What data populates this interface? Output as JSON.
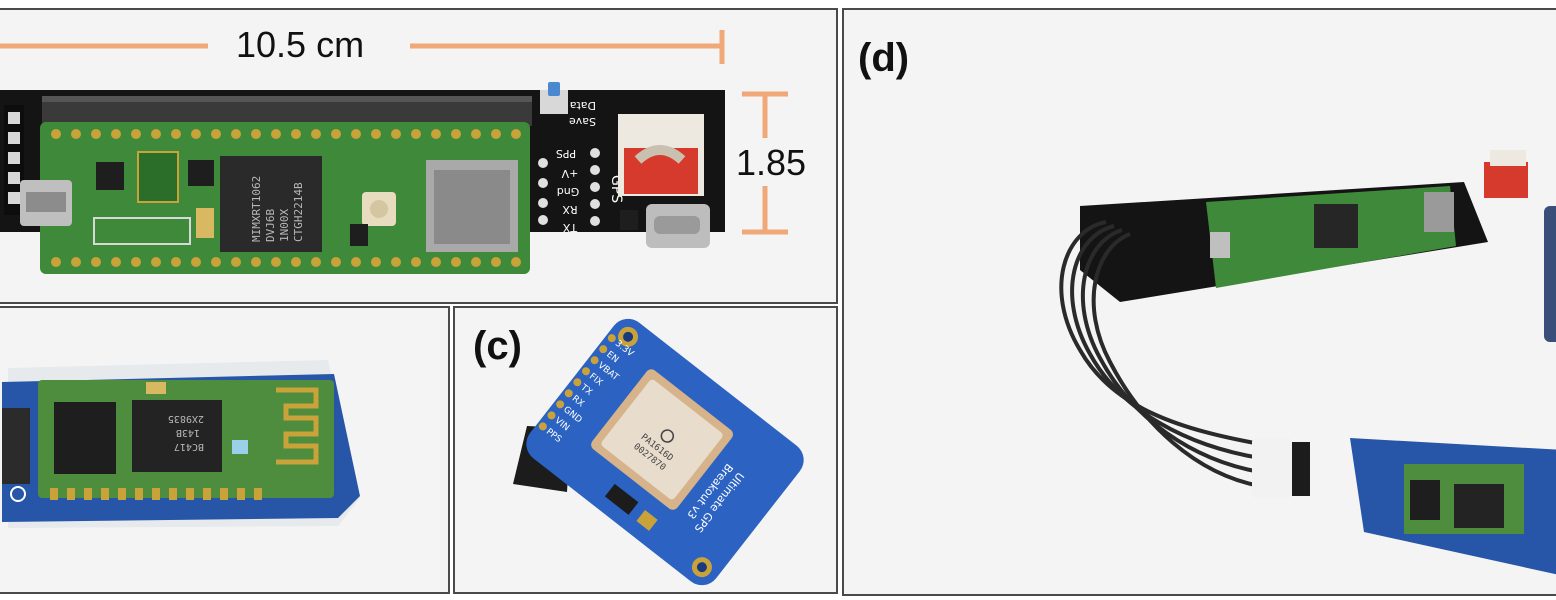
{
  "panels": {
    "a": {
      "label": "",
      "dimension_width": "10.5 cm",
      "dimension_height": "1.85"
    },
    "b": {
      "label": ""
    },
    "c": {
      "label": "(c)"
    },
    "d": {
      "label": "(d)"
    }
  },
  "silkscreen": {
    "teensy_chip": [
      "MIMXRT1062",
      "DVJ6B",
      "1N00X",
      "CTGH2214B"
    ],
    "gps_header": [
      "PPS",
      "+V",
      "Gnd",
      "RX",
      "TX"
    ],
    "gps_label": "GPS",
    "data_labels": [
      "Data",
      "Save"
    ],
    "gps_module_pins": [
      "3.3V",
      "EN",
      "VBAT",
      "FIX",
      "TX",
      "RX",
      "GND",
      "VIN",
      "PPS"
    ],
    "gps_module_title": [
      "Ultimate GPS",
      "Breakout v3"
    ],
    "gps_antenna": [
      "PA1616D",
      "0027870"
    ],
    "bt_chip": [
      "BC417",
      "143B",
      "2X9835"
    ]
  },
  "colors": {
    "border": "#4a4a4a",
    "pcb_green": "#3f8a3a",
    "pcb_black": "#141414",
    "pcb_blue": "#2756a8",
    "dimension_line": "#f0a878",
    "connector_red": "#d63a2c",
    "gold": "#c9a23a"
  }
}
